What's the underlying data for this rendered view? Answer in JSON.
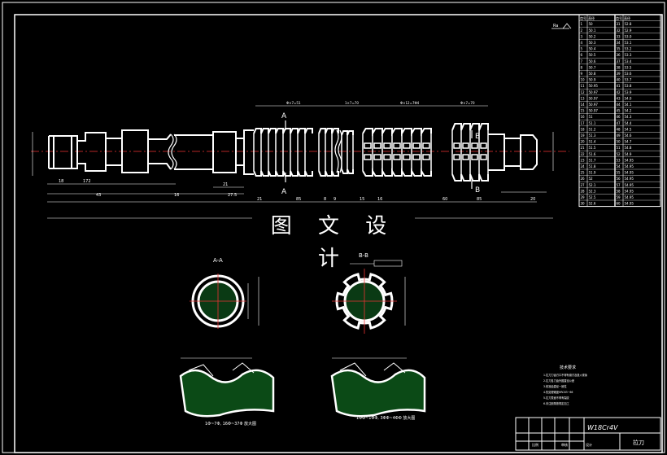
{
  "watermark": "图 文 设 计",
  "material": "W18Cr4V",
  "drawing_name": "拉刀",
  "section_labels": {
    "aa_left": "A",
    "aa_left_bottom": "A",
    "bb_right": "B",
    "bb_right_bottom": "B",
    "aa_view": "A-A",
    "bb_view": "B-B"
  },
  "dimensions": {
    "left_segment": "18",
    "segment2": "172",
    "total_left": "43",
    "mid": "16",
    "seg_21": "21",
    "seg_275": "27.5",
    "right_20": "20",
    "d_phi": "Φ",
    "top1": "Φ×7=51",
    "top2": "1×7=70",
    "top3": "Φ×12=7Φ4",
    "top4": "Φ×7=70"
  },
  "bottom_marks": [
    "21",
    "85",
    "8",
    "9",
    "15",
    "16",
    "60",
    "85"
  ],
  "detail_captions": {
    "left": "1Φ~7Φ, 16Φ~37Φ 放大图",
    "right": "1ΦΦ~1ΦΦ, 3ΦΦ~4ΦΦ 放大图"
  },
  "tech_notes_title": "技术要求",
  "tech_notes": [
    "1.拉刀刀齿刃口不得有崩刃及退火现象",
    "2.拉刀各刀齿外圆直径公差",
    "3.校准齿直径一致性",
    "4.热处理硬度HRC63~66",
    "5.拉刀表面不得有裂纹",
    "6.未注倒角按规定加工"
  ],
  "table": {
    "header": [
      "齿号",
      "直径",
      "齿号",
      "直径"
    ],
    "rows": [
      [
        "1",
        "50",
        "31",
        "52.8"
      ],
      [
        "2",
        "50.1",
        "32",
        "52.9"
      ],
      [
        "3",
        "50.2",
        "33",
        "53.0"
      ],
      [
        "4",
        "50.3",
        "34",
        "53.1"
      ],
      [
        "5",
        "50.4",
        "35",
        "53.2"
      ],
      [
        "6",
        "50.5",
        "36",
        "53.3"
      ],
      [
        "7",
        "50.6",
        "37",
        "53.4"
      ],
      [
        "8",
        "50.7",
        "38",
        "53.5"
      ],
      [
        "9",
        "50.8",
        "39",
        "53.6"
      ],
      [
        "10",
        "50.9",
        "40",
        "53.7"
      ],
      [
        "11",
        "50.95",
        "41",
        "53.8"
      ],
      [
        "12",
        "50.97",
        "42",
        "53.9"
      ],
      [
        "13",
        "50.97",
        "43",
        "54.0"
      ],
      [
        "14",
        "50.97",
        "44",
        "54.1"
      ],
      [
        "15",
        "50.97",
        "45",
        "54.2"
      ],
      [
        "16",
        "51",
        "46",
        "54.3"
      ],
      [
        "17",
        "51.1",
        "47",
        "54.4"
      ],
      [
        "18",
        "51.2",
        "48",
        "54.5"
      ],
      [
        "19",
        "51.3",
        "49",
        "54.6"
      ],
      [
        "20",
        "51.4",
        "50",
        "54.7"
      ],
      [
        "21",
        "51.5",
        "51",
        "54.8"
      ],
      [
        "22",
        "51.6",
        "52",
        "54.9"
      ],
      [
        "23",
        "51.7",
        "53",
        "54.95"
      ],
      [
        "24",
        "51.8",
        "54",
        "54.95"
      ],
      [
        "25",
        "51.9",
        "55",
        "54.95"
      ],
      [
        "26",
        "52",
        "56",
        "54.95"
      ],
      [
        "27",
        "52.1",
        "57",
        "54.95"
      ],
      [
        "28",
        "52.3",
        "58",
        "54.95"
      ],
      [
        "29",
        "52.5",
        "59",
        "54.95"
      ],
      [
        "30",
        "52.6",
        "60",
        "54.95"
      ]
    ]
  },
  "title_block": {
    "r1": "设计",
    "r2": "审核",
    "r3": "比例"
  }
}
